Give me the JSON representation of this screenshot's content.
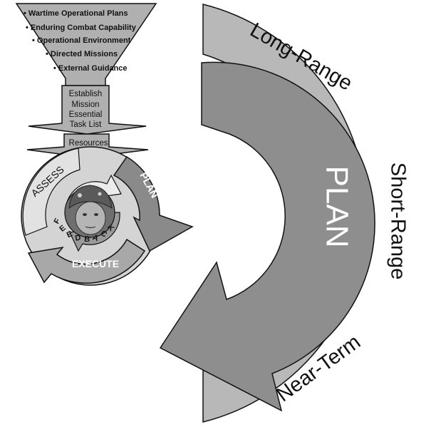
{
  "funnel": {
    "items": [
      "Wartime Operational Plans",
      "Enduring Combat Capability",
      "Operational Environment",
      "Directed Missions",
      "External Guidance"
    ]
  },
  "steps": {
    "establish": [
      "Establish",
      "Mission",
      "Essential",
      "Task List"
    ],
    "resources": "Resources"
  },
  "cycle": {
    "assess": "ASSESS",
    "plan": "PLAN",
    "execute": "EXECUTE",
    "feedback": "FEEDBACK"
  },
  "ring": {
    "long_range": "Long-Range",
    "short_range": "Short-Range",
    "near_term": "Near-Term",
    "center": "PLAN"
  },
  "colors": {
    "outer_ring": "#b8b8b8",
    "inner_arrow": "#8e8e8e",
    "funnel": "#b0b0b0",
    "cycle_light": "#d4d4d4",
    "cycle_dark": "#8a8a8a",
    "stroke": "#111111"
  }
}
